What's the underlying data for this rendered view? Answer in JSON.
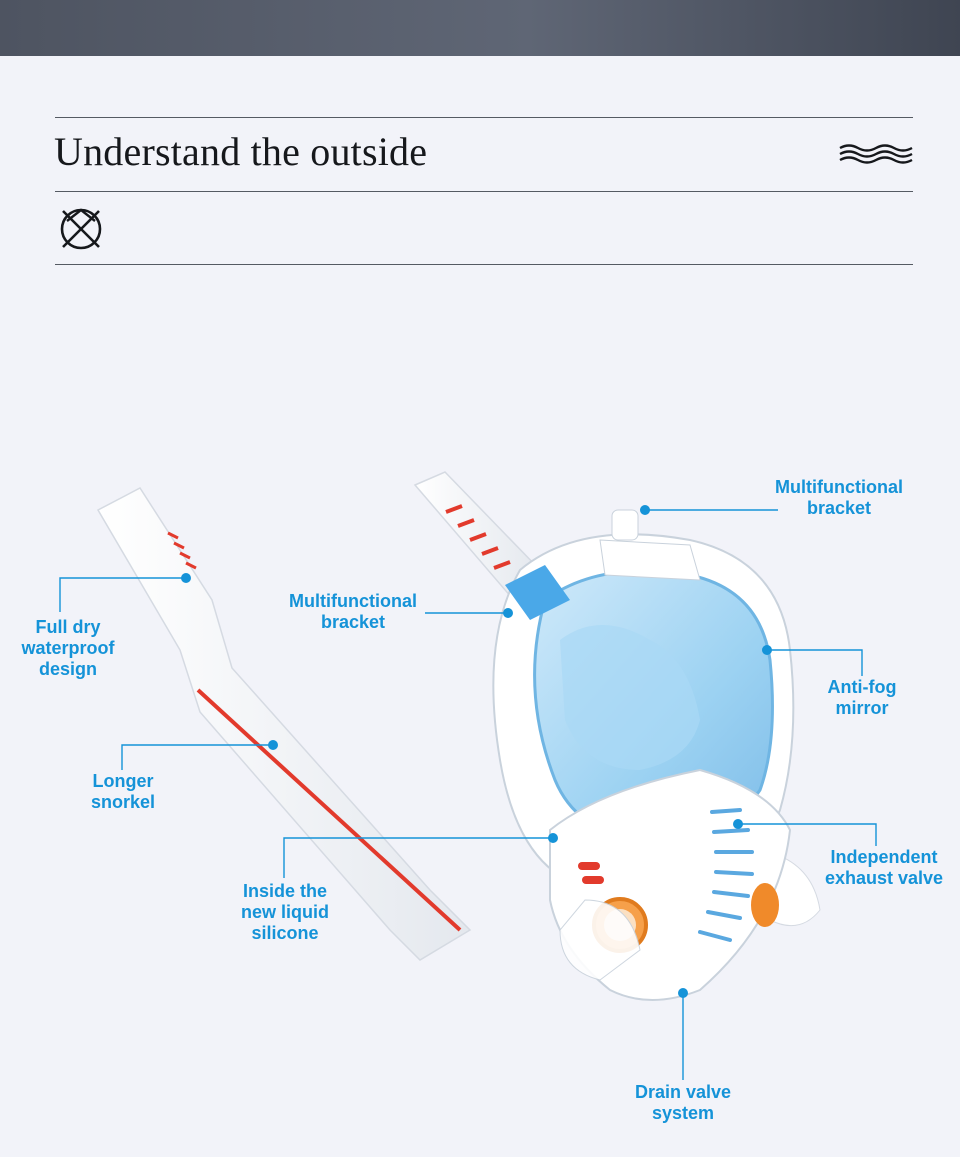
{
  "header": {
    "title": "Understand the outside",
    "wave_icon": "wave-lines-icon",
    "care_icon": "do-not-wash-icon"
  },
  "colors": {
    "accent": "#1593d8",
    "mask_blue": "#8ec8ee",
    "snorkel_red": "#e23a2c",
    "valve_orange": "#f08a2a"
  },
  "labels": {
    "bracket_top": "Multifunctional\nbracket",
    "bracket_side": "Multifunctional\nbracket",
    "full_dry": "Full dry\nwaterproof\ndesign",
    "anti_fog": "Anti-fog\nmirror",
    "longer_snorkel": "Longer\nsnorkel",
    "exhaust_valve": "Independent\nexhaust valve",
    "liquid_silicone": "Inside the\nnew liquid\nsilicone",
    "drain_valve": "Drain valve\nsystem"
  }
}
